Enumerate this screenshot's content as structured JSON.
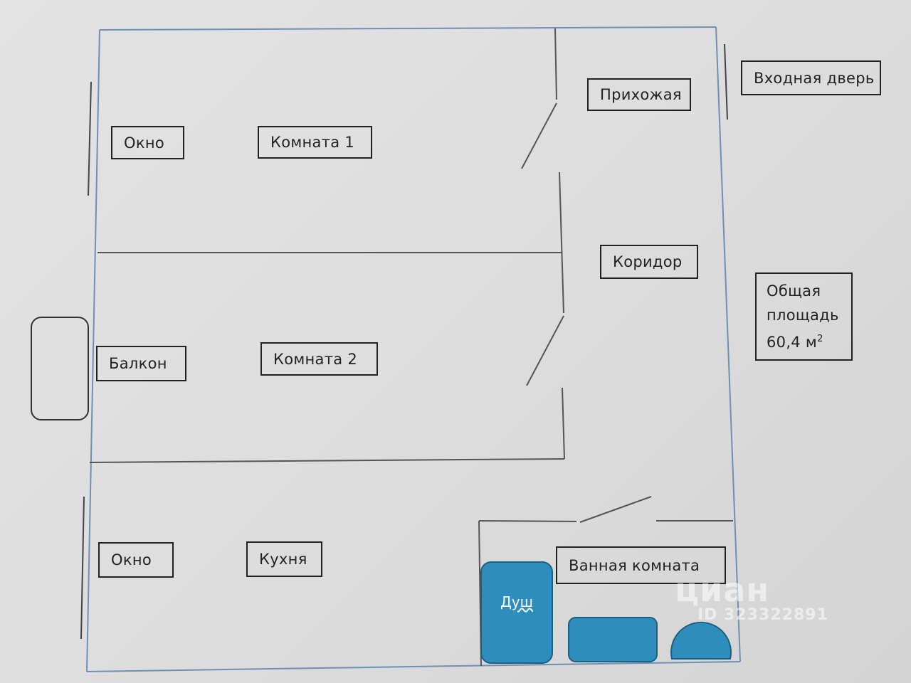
{
  "labels": {
    "entrance_door": "Входная дверь",
    "hallway": "Прихожая",
    "window_1": "Окно",
    "room_1": "Комната 1",
    "corridor": "Коридор",
    "balcony": "Балкон",
    "room_2": "Комната 2",
    "window_2": "Окно",
    "kitchen": "Кухня",
    "bathroom": "Ванная комната",
    "shower": "Душ"
  },
  "total_area": {
    "line1": "Общая",
    "line2": "площадь",
    "value": "60,4 м",
    "unit_power": "2"
  },
  "watermark": {
    "brand": "циан",
    "id": "ID 323322891"
  },
  "colors": {
    "fixture_fill": "#2f8dbd",
    "fixture_stroke": "#1f5f80",
    "wall": "#555555",
    "wall_blue": "#6f8fb5"
  },
  "icons": {
    "watermark_logo": "cian-logo-icon"
  }
}
